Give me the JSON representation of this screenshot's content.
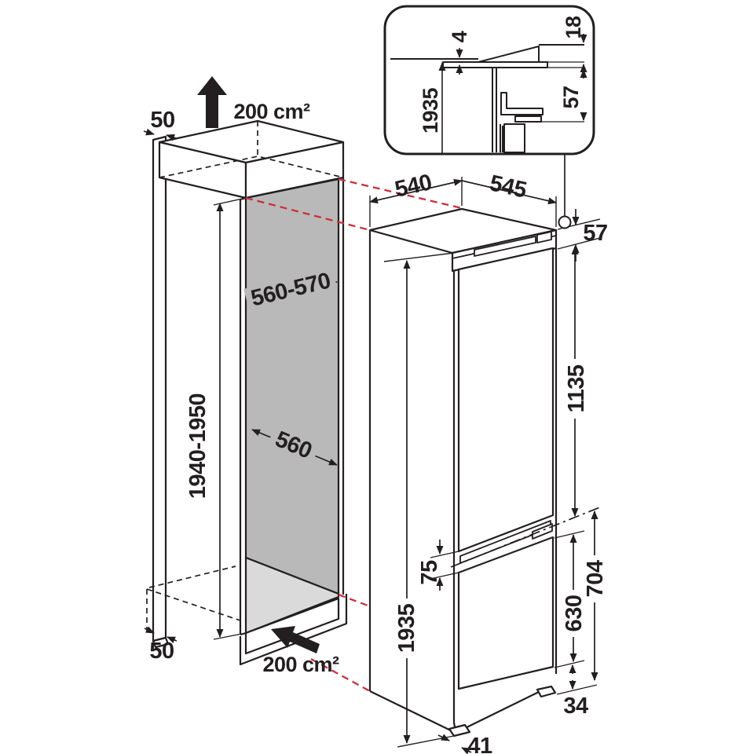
{
  "colors": {
    "line": "#231f20",
    "projection_red": "#cc2f3a",
    "niche_wall_gray": "#b9b9b9",
    "niche_floor_gray": "#dadada",
    "background": "#ffffff"
  },
  "niche": {
    "top_clearance": "50",
    "bottom_clearance": "50",
    "top_vent_area": "200 cm²",
    "bottom_vent_area": "200 cm²",
    "niche_height": "1940-1950",
    "niche_width": "560-570",
    "niche_depth": "560"
  },
  "fridge": {
    "width": "540",
    "depth": "545",
    "top_gap": "57",
    "upper_door_height": "1135",
    "door_gap": "75",
    "overall_height": "1935",
    "lower_door_height": "630",
    "lower_section_height": "704",
    "plinth_height": "34",
    "foot_depth": "41"
  },
  "inset_detail": {
    "top_gap": "4",
    "worktop_overhang": "18",
    "overall_height": "1935",
    "recess_depth": "57"
  }
}
